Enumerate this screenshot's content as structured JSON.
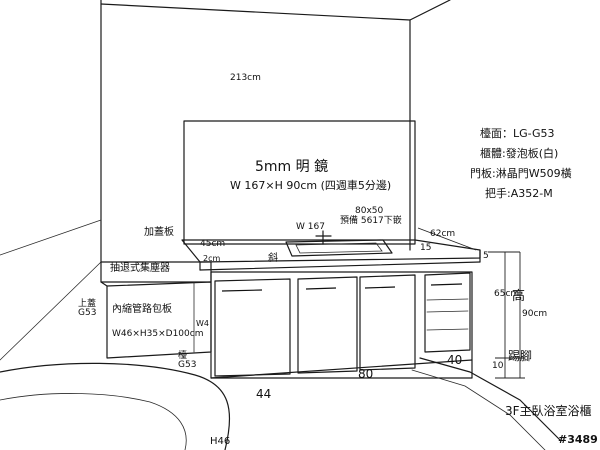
{
  "sketch": {
    "ceiling_width": "213cm",
    "mirror": {
      "title": "5mm 明 鏡",
      "size": "W 167×H 90cm (四週車5分邊)"
    },
    "notes": {
      "countertop": "檯面：LG-G53",
      "cabinet_body": "櫃體:發泡板(白)",
      "door": "門板:淋晶門W509橫",
      "handle": "把手:A352-M"
    },
    "left_labels": {
      "box_label": "加蓋板",
      "pump": "抽退式集塵器",
      "pipe_box": "內縮管路包板",
      "pipe_box_size": "W46×H35×D100cm",
      "side_note": "上蓋 G53",
      "left_note": "檯 G53"
    },
    "dims": {
      "left_gap": "45cm",
      "top_left_thick": "2cm",
      "faucet_width": "W 167",
      "sink_note": "80x50",
      "sink_sub": "預備 5617下嵌",
      "right_depth": "62cm",
      "right_stub": "15",
      "backsplash": "5",
      "height_65": "65cm",
      "height_total_label": "高",
      "height_90": "90cm",
      "toe_kick_label": "踢腳",
      "toe_10": "10",
      "bottom_44": "44",
      "bottom_80": "80",
      "bottom_40": "40",
      "front_mark": "斜",
      "door_gap": "W4"
    },
    "bottom_left": "H46",
    "room_label": "3F主臥浴室浴櫃",
    "sketch_id": "#3489"
  }
}
